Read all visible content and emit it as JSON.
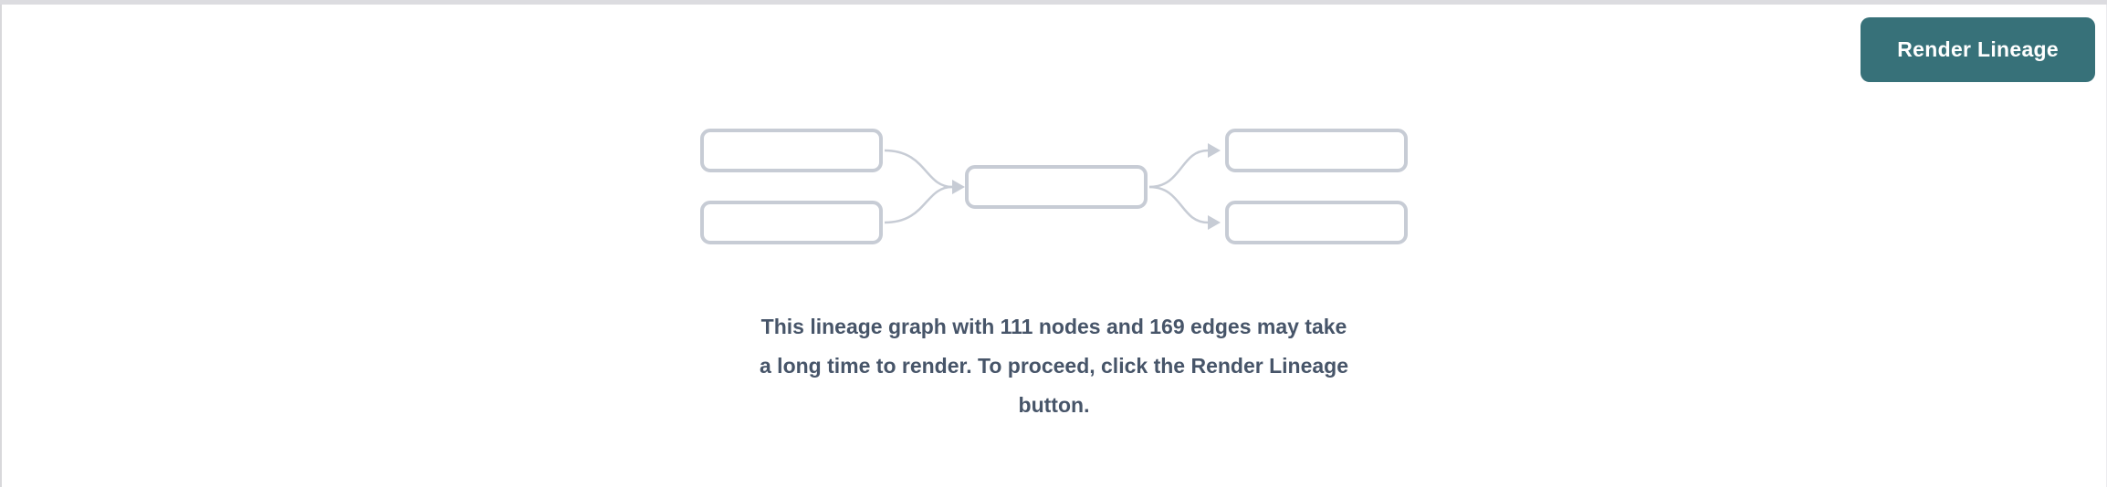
{
  "theme": {
    "accent_teal": "#377179",
    "button_text_color": "#ffffff",
    "message_text_color": "#475569",
    "graph_gray": "#c7ccd5",
    "node_fill": "#ffffff",
    "top_strip_color": "#dcdce0",
    "panel_border_color": "#d8d8db",
    "background": "#ffffff"
  },
  "toolbar": {
    "render_button_label": "Render Lineage"
  },
  "graph_placeholder": {
    "icon": "lineage-graph-placeholder-icon",
    "nodes_shown": 5,
    "edges_shown": 4
  },
  "message": {
    "full_text": "This lineage graph with 111 nodes and 169 edges may take a long time to render. To proceed, click the Render Lineage button.",
    "lines": [
      "This lineage graph with 111 nodes and 169 edges may take",
      "a long time to render. To proceed, click the Render Lineage",
      "button."
    ],
    "node_count": 111,
    "edge_count": 169
  }
}
